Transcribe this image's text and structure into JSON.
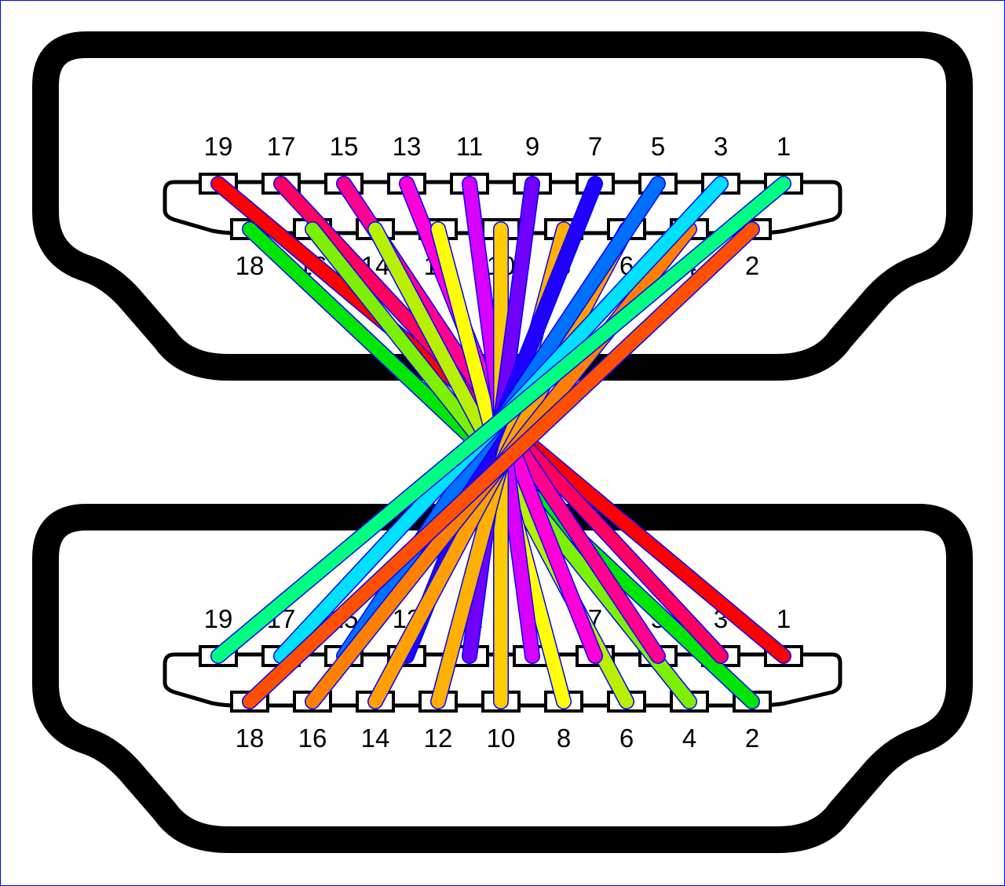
{
  "connectors": [
    {
      "id": "top",
      "pins": [
        "1",
        "2",
        "3",
        "4",
        "5",
        "6",
        "7",
        "8",
        "9",
        "10",
        "11",
        "12",
        "13",
        "14",
        "15",
        "16",
        "17",
        "18",
        "19"
      ]
    },
    {
      "id": "bottom",
      "pins": [
        "1",
        "2",
        "3",
        "4",
        "5",
        "6",
        "7",
        "8",
        "9",
        "10",
        "11",
        "12",
        "13",
        "14",
        "15",
        "16",
        "17",
        "18",
        "19"
      ]
    }
  ],
  "wires": [
    {
      "from": "19",
      "to": "1",
      "color": "#ff0000"
    },
    {
      "from": "18",
      "to": "2",
      "color": "#00e600"
    },
    {
      "from": "17",
      "to": "3",
      "color": "#ff0060"
    },
    {
      "from": "16",
      "to": "4",
      "color": "#7cf000"
    },
    {
      "from": "15",
      "to": "5",
      "color": "#ff0090"
    },
    {
      "from": "14",
      "to": "6",
      "color": "#b8f000"
    },
    {
      "from": "13",
      "to": "7",
      "color": "#ff00d8"
    },
    {
      "from": "12",
      "to": "8",
      "color": "#ffff00"
    },
    {
      "from": "11",
      "to": "9",
      "color": "#d800ff"
    },
    {
      "from": "10",
      "to": "10",
      "color": "#ffcc00"
    },
    {
      "from": "9",
      "to": "11",
      "color": "#7000ff"
    },
    {
      "from": "8",
      "to": "12",
      "color": "#ffb000"
    },
    {
      "from": "7",
      "to": "13",
      "color": "#2000ff"
    },
    {
      "from": "6",
      "to": "14",
      "color": "#ffa000"
    },
    {
      "from": "5",
      "to": "15",
      "color": "#0070ff"
    },
    {
      "from": "4",
      "to": "16",
      "color": "#ff8000"
    },
    {
      "from": "3",
      "to": "17",
      "color": "#00e0ff"
    },
    {
      "from": "2",
      "to": "18",
      "color": "#ff5000"
    },
    {
      "from": "1",
      "to": "19",
      "color": "#00ff80"
    }
  ],
  "colors": {
    "shell": "#000000",
    "wire_outline": "#0000ff",
    "frame_border": "#0000ff"
  }
}
